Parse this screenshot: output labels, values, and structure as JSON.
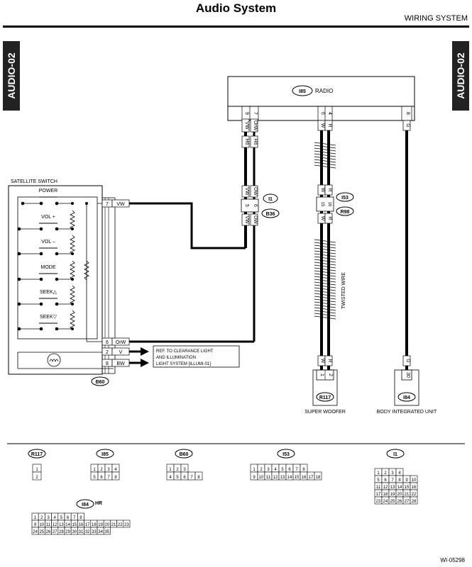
{
  "header": {
    "title": "Audio System",
    "section": "WIRING SYSTEM",
    "tab_left": "AUDIO-02",
    "tab_right": "AUDIO-02"
  },
  "radio": {
    "connector": "I85",
    "label": "RADIO",
    "pins": [
      "9",
      "7",
      "6",
      "4",
      "8"
    ]
  },
  "wires": {
    "vw": "VW",
    "ow": "OW",
    "orw": "OrW",
    "w": "W",
    "r": "R",
    "g": "G",
    "v": "V",
    "bw": "BW",
    "h6": "H6",
    "twisted": "TWISTED WIRE",
    "junction_left": [
      "5",
      "6"
    ],
    "junction_right": [
      "15",
      "16"
    ]
  },
  "connectors": {
    "i1": "I1",
    "b36": "B36",
    "i53": "I53",
    "r98": "R98"
  },
  "satellite_switch": {
    "title": "SATELLITE SWITCH",
    "buttons": [
      "POWER",
      "VOL +",
      "VOL –",
      "MODE",
      "SEEK△",
      "SEEK▽"
    ],
    "pins": [
      "7",
      "6",
      "2",
      "8"
    ],
    "connector": "B60"
  },
  "reference_note": [
    "REF. TO CLEARANCE LIGHT",
    "AND ILLUMINATION",
    "LIGHT SYSTEM [ILLUMI-01]"
  ],
  "super_woofer": {
    "connector": "R117",
    "label": "SUPER WOOFER",
    "pins": [
      "1",
      "2"
    ]
  },
  "body_unit": {
    "connector": "I84",
    "label": "BODY INTEGRATED UNIT",
    "pin": "30"
  },
  "connector_faces": {
    "r117": {
      "name": "R117",
      "rows": [
        [
          "1"
        ],
        [
          "2"
        ]
      ]
    },
    "i85": {
      "name": "I85",
      "rows": [
        [
          "1",
          "2",
          "3",
          "4"
        ],
        [
          "5",
          "6",
          "7",
          "8"
        ]
      ]
    },
    "b60": {
      "name": "B60",
      "rows": [
        [
          "1",
          "2",
          "3"
        ],
        [
          "4",
          "5",
          "6",
          "7",
          "8"
        ]
      ]
    },
    "i53": {
      "name": "I53",
      "rows": [
        [
          "1",
          "2",
          "3",
          "4",
          "5",
          "6",
          "7",
          "8"
        ],
        [
          "9",
          "10",
          "11",
          "12",
          "13",
          "14",
          "15",
          "16",
          "17",
          "18"
        ]
      ]
    },
    "i1": {
      "name": "I1",
      "rows": [
        [
          "1",
          "2",
          "3",
          "4"
        ],
        [
          "5",
          "6",
          "7",
          "8",
          "9",
          "10"
        ],
        [
          "11",
          "12",
          "13",
          "14",
          "15",
          "16"
        ],
        [
          "17",
          "18",
          "19",
          "20",
          "21",
          "22"
        ],
        [
          "23",
          "24",
          "25",
          "26",
          "27",
          "28"
        ]
      ]
    },
    "i84": {
      "name": "I84",
      "suffix": "HR",
      "rows": [
        [
          "1",
          "2",
          "3",
          "4",
          "5",
          "6",
          "7",
          "8"
        ],
        [
          "9",
          "10",
          "11",
          "12",
          "13",
          "14",
          "15",
          "16",
          "17",
          "18",
          "19",
          "20",
          "21",
          "22",
          "23"
        ],
        [
          "24",
          "25",
          "26",
          "27",
          "28",
          "29",
          "30",
          "31",
          "32",
          "33",
          "34",
          "35"
        ]
      ]
    }
  },
  "figure_code": "WI-05298"
}
